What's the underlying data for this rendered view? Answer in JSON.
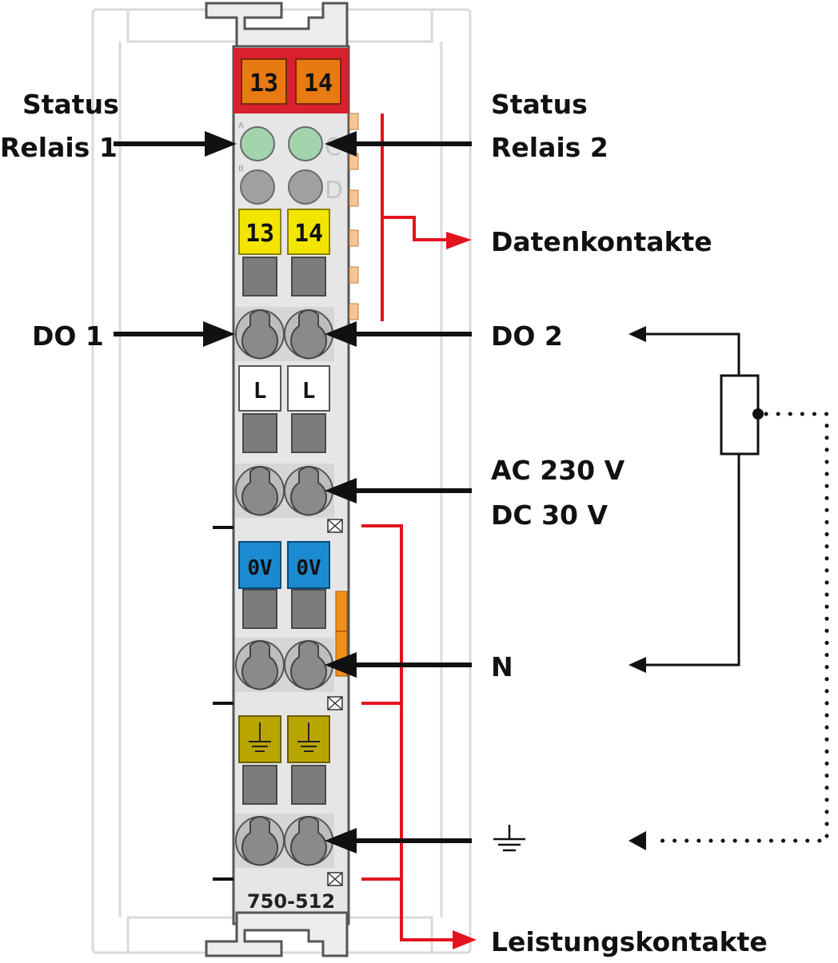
{
  "labels": {
    "status_relais_1_line1": "Status",
    "status_relais_1_line2": "Relais 1",
    "status_relais_2_line1": "Status",
    "status_relais_2_line2": "Relais 2",
    "datenkontakte": "Datenkontakte",
    "do1": "DO 1",
    "do2": "DO 2",
    "ac_voltage": "AC 230 V",
    "dc_voltage": "DC 30 V",
    "n": "N",
    "leistungskontakte": "Leistungskontakte"
  },
  "module": {
    "part_number": "750-512",
    "top_terminals": [
      "13",
      "14"
    ],
    "contact_terminals": [
      "13",
      "14"
    ],
    "l_terminals": [
      "L",
      "L"
    ],
    "zero_volt_terminals": [
      "0V",
      "0V"
    ],
    "led_letters": [
      "A",
      "B",
      "C",
      "D"
    ],
    "ground_terminal_icons": [
      "ground-icon",
      "ground-icon"
    ]
  },
  "colors": {
    "housing": "#e6e6e6",
    "rail": "#dcdcdc",
    "top_header": "#d8202e",
    "top_terminal": "#e87a12",
    "status_led": "#a3d4ad",
    "inactive_led": "#a0a0a0",
    "yellow_terminal": "#f2e600",
    "white_terminal": "#ffffff",
    "blue_terminal": "#1c8ad0",
    "ground_terminal": "#b9a500",
    "clamp": "#8a8a8a",
    "contact_marker": "#f6c596",
    "power_strip": "#f0901a",
    "red_line": "#e3141e",
    "arrow": "#111111"
  },
  "icons": {
    "ground_symbol": "ground-icon"
  }
}
